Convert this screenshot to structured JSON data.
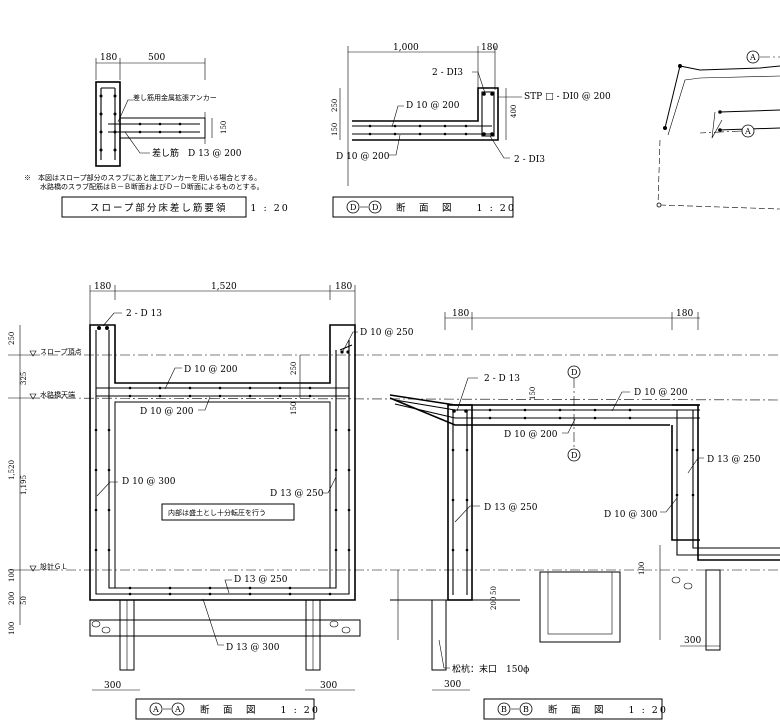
{
  "slope_detail": {
    "dims": {
      "d180": "180",
      "d500": "500",
      "d150": "150"
    },
    "anchor_label": "差し筋用金属拡張アンカー",
    "bar_label": "差し筋　D 13 @ 200",
    "notes": [
      "※　本図はスロープ部分のスラブにあと施工アンカーを用いる場合とする。",
      "水路橋のスラブ配筋はＢ－Ｂ断面およびＤ－Ｄ断面によるものとする。"
    ],
    "title": "スロープ部分床差し筋要領　　1 : 20"
  },
  "dd_section": {
    "dims": {
      "d1000": "1,000",
      "d180": "180",
      "d250": "250",
      "d150": "150",
      "d400": "400"
    },
    "labels": {
      "top_bars": "2 - DI3",
      "stirrup": "STP □ - DI0 @ 200",
      "d10_upper": "D 10 @ 200",
      "d10_lower": "D 10 @ 200",
      "bottom_bars": "2 - DI3"
    },
    "marker": "D",
    "title": "断　面　図　　1 : 20"
  },
  "aa_section": {
    "dims": {
      "d180a": "180",
      "d1520": "1,520",
      "d180b": "180",
      "v250": "250",
      "v325": "325",
      "v1520": "1,520",
      "v1195": "1,195",
      "v100": "100",
      "v200": "200",
      "v50": "50",
      "v100b": "100",
      "inner250": "250",
      "inner150": "150",
      "b300a": "300",
      "b300b": "300"
    },
    "levels": {
      "slope_top": "スロープ頂点",
      "channel_top": "水路橋天端",
      "gl": "設計ＧＬ"
    },
    "labels": {
      "top_bars": "2 - D 13",
      "d10_250": "D 10 @ 250",
      "d10_200a": "D 10 @ 200",
      "d10_200b": "D 10 @ 200",
      "d10_300": "D 10 @ 300",
      "d13_250a": "D 13 @ 250",
      "fill_note": "内部は盛土とし十分転圧を行う",
      "d13_250b": "D 13 @ 250",
      "d13_300": "D 13 @ 300"
    },
    "marker": "A",
    "title": "断　面　図　　1 : 20"
  },
  "bb_section": {
    "dims": {
      "d180a": "180",
      "d180b": "180",
      "v150": "150",
      "v50": "50",
      "v200": "200",
      "v100": "100",
      "b300a": "300",
      "b300b": "300"
    },
    "labels": {
      "top_bars": "2 - D 13",
      "d10_200a": "D 10 @ 200",
      "d10_200b": "D 10 @ 200",
      "d13_250a": "D 13 @ 250",
      "d13_250b": "D 13 @ 250",
      "d10_300": "D 10 @ 300",
      "pile": "松杭：末口　150ϕ"
    },
    "marker": "B",
    "cut_marker": "D",
    "title": "断　面　図　　1 : 20"
  },
  "key_plan": {
    "marker": "A"
  }
}
